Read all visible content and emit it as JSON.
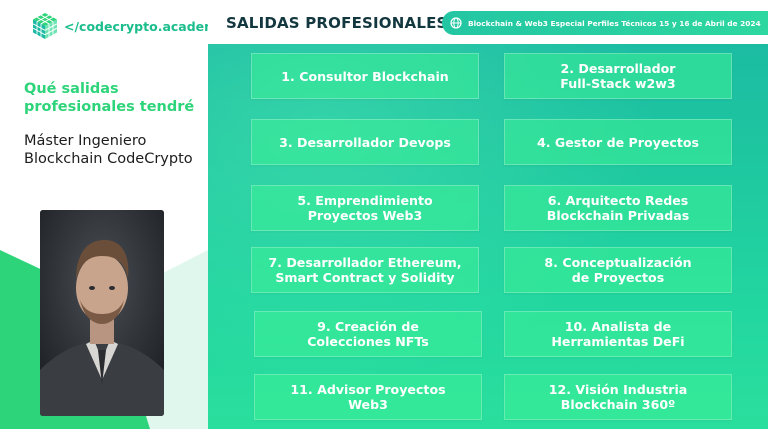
{
  "brand": {
    "logo_text": "</codecrypto.academy>",
    "logo_icon": "isometric-cube-icon",
    "accent_color": "#1bbd8c"
  },
  "left": {
    "question": "Qué salidas profesionales tendré",
    "program": "Máster Ingeniero Blockchain CodeCrypto"
  },
  "header": {
    "title": "SALIDAS PROFESIONALES",
    "event_text": "Blockchain & Web3 Especial Perfiles Técnicos 15 y 16 de Abril de 2024",
    "event_icon": "globe-icon"
  },
  "cards": [
    "1. Consultor Blockchain",
    "2. Desarrollador\nFull-Stack w2w3",
    "3. Desarrollador Devops",
    "4. Gestor de Proyectos",
    "5. Emprendimiento\nProyectos Web3",
    "6. Arquitecto Redes\nBlockchain Privadas",
    "7. Desarrollador Ethereum,\nSmart Contract y Solidity",
    "8. Conceptualización\nde Proyectos",
    "9. Creación de\nColecciones NFTs",
    "10. Analista de\nHerramientas DeFi",
    "11. Advisor Proyectos\nWeb3",
    "12. Visión Industria\nBlockchain 360º"
  ]
}
